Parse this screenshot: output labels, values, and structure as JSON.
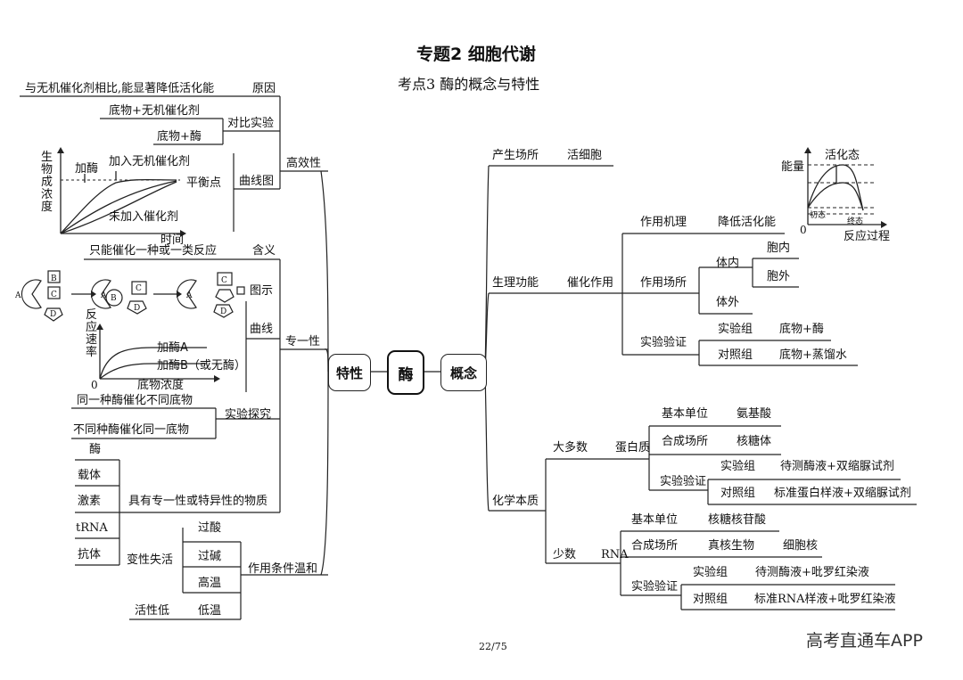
{
  "header": {
    "title": "专题2  细胞代谢",
    "subtitle": "考点3  酶的概念与特性"
  },
  "center": {
    "label": "酶"
  },
  "left_node": {
    "label": "特性"
  },
  "right_node": {
    "label": "概念"
  },
  "gaoxiaoxing": {
    "label": "高效性",
    "yuanyin": {
      "label": "原因",
      "content": "与无机催化剂相比,能显著降低活化能"
    },
    "duibi": {
      "label": "对比实验",
      "items": [
        "底物+无机催化剂",
        "底物+酶"
      ]
    },
    "quxian": {
      "label": "曲线图",
      "chart": {
        "ylabel": "生物成浓度",
        "xlabel": "时间",
        "series": [
          "加酶",
          "加入无机催化剂",
          "未加入催化剂"
        ],
        "annotation": "平衡点"
      }
    }
  },
  "zhuanyixing": {
    "label": "专一性",
    "hanyi": {
      "label": "含义",
      "content": "只能催化一种或一类反应"
    },
    "tushi": {
      "label": "图示",
      "letters": {
        "a": "A",
        "b": "B",
        "c": "C",
        "d": "D"
      }
    },
    "quxian": {
      "label": "曲线",
      "chart": {
        "ylabel": "反应速率",
        "xlabel": "底物浓度",
        "origin": "0",
        "series": [
          "加酶A",
          "加酶B（或无酶）"
        ]
      }
    },
    "tanjiu": {
      "label": "实验探究",
      "items": [
        "同一种酶催化不同底物",
        "不同种酶催化同一底物"
      ]
    }
  },
  "tezhixing": {
    "content": "具有专一性或特异性的物质",
    "items": [
      "酶",
      "载体",
      "激素",
      "tRNA",
      "抗体"
    ]
  },
  "wenhe": {
    "label": "作用条件温和",
    "bianxing": {
      "label": "变性失活",
      "items": [
        "过酸",
        "过碱",
        "高温"
      ]
    },
    "huoxing": {
      "label": "活性低",
      "item": "低温"
    }
  },
  "gainian": {
    "changsuo": {
      "label": "产生场所",
      "value": "活细胞"
    },
    "gongneng": {
      "label": "生理功能",
      "value": "催化作用",
      "jili": {
        "label": "作用机理",
        "value": "降低活化能"
      },
      "changsuo": {
        "label": "作用场所",
        "tinei": "体内",
        "tiwai": "体外",
        "items": [
          "胞内",
          "胞外"
        ]
      },
      "yanzheng": {
        "label": "实验验证",
        "shiyan": {
          "label": "实验组",
          "value": "底物+酶"
        },
        "duizhao": {
          "label": "对照组",
          "value": "底物+蒸馏水"
        }
      },
      "energy_chart": {
        "ylabel": "能量",
        "xlabel": "反应过程",
        "top_label": "活化态",
        "origin": "0",
        "left_small": "初态",
        "right_small": "终态"
      }
    },
    "benzhi": {
      "label": "化学本质",
      "daduoshu": {
        "label": "大多数",
        "type": "蛋白质",
        "danwei": {
          "label": "基本单位",
          "value": "氨基酸"
        },
        "hecheng": {
          "label": "合成场所",
          "value": "核糖体"
        },
        "yanzheng": {
          "label": "实验验证",
          "shiyan": {
            "label": "实验组",
            "value": "待测酶液+双缩脲试剂"
          },
          "duizhao": {
            "label": "对照组",
            "value": "标准蛋白样液+双缩脲试剂"
          }
        }
      },
      "shaoshu": {
        "label": "少数",
        "type": "RNA",
        "danwei": {
          "label": "基本单位",
          "value": "核糖核苷酸"
        },
        "hecheng": {
          "label": "合成场所",
          "value1": "真核生物",
          "value2": "细胞核"
        },
        "yanzheng": {
          "label": "实验验证",
          "shiyan": {
            "label": "实验组",
            "value": "待测酶液+吡罗红染液"
          },
          "duizhao": {
            "label": "对照组",
            "value": "标准RNA样液+吡罗红染液"
          }
        }
      }
    }
  },
  "footer": {
    "page": "22/75",
    "watermark": "高考直通车APP"
  }
}
